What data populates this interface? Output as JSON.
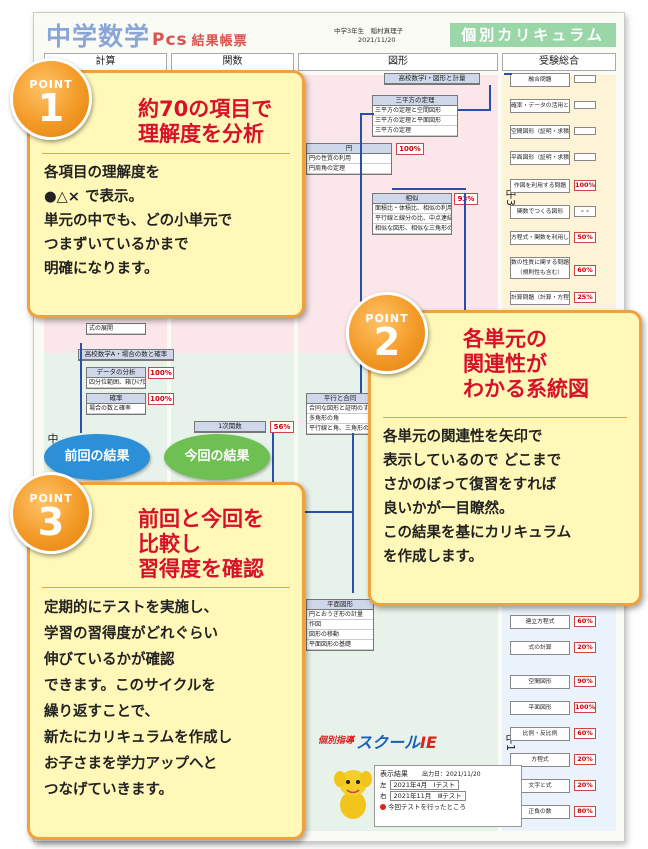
{
  "sheet": {
    "title": "中学数学",
    "title_suffix": "Pcs",
    "title_result": "結果帳票",
    "meta_grade_name": "中学3年生　稲村真理子",
    "meta_date": "2021/11/20",
    "banner": "個別カリキュラム",
    "columns": [
      "計算",
      "関数",
      "図形",
      "受験総合"
    ],
    "chu3": "中3",
    "chu2": "中",
    "chu1": "中1",
    "geo_units": [
      {
        "title": "高校数学Ⅰ・図形と計量",
        "rows": []
      },
      {
        "title": "三平方の定理",
        "rows": [
          "三平方の定理と空間図形",
          "三平方の定理と平面図形",
          "三平方の定理"
        ],
        "pct": ""
      },
      {
        "title": "円",
        "rows": [
          "円の性質の利用",
          "円周角の定理"
        ],
        "pct": "100%"
      },
      {
        "title": "相似",
        "rows": [
          "面積比・体積比、相似の利用",
          "平行線と線分の比、中点連結定理",
          "相似な図形、相似な三角形の証明"
        ],
        "pct": "93%"
      },
      {
        "title": "平行と合同",
        "rows": [
          "合同な図形と証明のすすめ方",
          "多角形の角",
          "平行線と角、三角形の角"
        ],
        "pct": ""
      },
      {
        "title": "平面図形",
        "rows": [
          "円とおうぎ形の計量",
          "作図",
          "図形の移動",
          "平面図形の基礎"
        ],
        "pct": ""
      }
    ],
    "calc_units": [
      {
        "title": "高校数学A・場合の数と確率",
        "rows": []
      },
      {
        "title": "データの分析",
        "rows": [
          "四分位範囲、箱ひげ図"
        ],
        "pct": "100%"
      },
      {
        "title": "確率",
        "rows": [
          "場合の数と確率"
        ],
        "pct": "100%"
      },
      {
        "title": "",
        "rows": [
          "式の展開"
        ],
        "pct": ""
      }
    ],
    "func_units": [
      {
        "title": "1次関数",
        "rows": [],
        "pct": "56%"
      }
    ],
    "exam_items": [
      {
        "label": "融合問題",
        "pct": ""
      },
      {
        "label": "確率・データの活用と分析",
        "pct": ""
      },
      {
        "label": "空間図形（証明・求積）",
        "pct": ""
      },
      {
        "label": "平面図形（証明・求積）",
        "pct": ""
      },
      {
        "label": "作図を利用する問題",
        "pct": "100%"
      },
      {
        "label": "関数でつくる図形",
        "pct": "- -"
      },
      {
        "label": "方程式・関数を利用した文章題",
        "pct": "50%"
      },
      {
        "label": "数の性質に関する問題（規則性も含む）",
        "pct": "60%"
      },
      {
        "label": "計算問題（計算・方程式）",
        "pct": "25%"
      }
    ],
    "exam_items_lower": [
      {
        "label": "連立方程式",
        "pct": "60%"
      },
      {
        "label": "式の計算",
        "pct": "20%"
      },
      {
        "label": "空間図形",
        "pct": "90%"
      },
      {
        "label": "平面図形",
        "pct": "100%"
      },
      {
        "label": "比例・反比例",
        "pct": "60%"
      },
      {
        "label": "方程式",
        "pct": "20%"
      },
      {
        "label": "文字と式",
        "pct": "20%"
      },
      {
        "label": "正負の数",
        "pct": "80%"
      }
    ],
    "logo_left": "個別指導",
    "logo_main": "スクール",
    "logo_ie": "IE",
    "legend": {
      "title": "表示結果",
      "output": "出力日：2021/11/20",
      "left_label": "左",
      "left_value": "2021年4月　Iテスト",
      "right_label": "右",
      "right_value": "2021年11月　Ⅲテスト",
      "note": "今回テストを行ったところ"
    }
  },
  "bubbles": {
    "prev": "前回の結果",
    "curr": "今回の結果"
  },
  "points": [
    {
      "badge_word": "POINT",
      "number": "1",
      "headline_1": "約70の項目で",
      "headline_2": "理解度を分析",
      "body": "各項目の理解度を\n●△× で表示。\n単元の中でも、どの小単元で\nつまずいているかまで\n明確になります。"
    },
    {
      "badge_word": "POINT",
      "number": "2",
      "headline_1": "各単元の",
      "headline_2": "関連性が",
      "headline_3": "わかる系統図",
      "body": "各単元の関連性を矢印で\n表示しているので どこまで\nさかのぼって復習をすれば\n良いかが一目瞭然。\nこの結果を基にカリキュラム\nを作成します。"
    },
    {
      "badge_word": "POINT",
      "number": "3",
      "headline_1": "前回と今回を",
      "headline_2": "比較し",
      "headline_3": "習得度を確認",
      "body": "定期的にテストを実施し、\n学習の習得度がどれぐらい\n伸びているかが確認\nできます。このサイクルを\n繰り返すことで、\n新たにカリキュラムを作成し\nお子さまを学力アップへと\nつなげていきます。"
    }
  ]
}
